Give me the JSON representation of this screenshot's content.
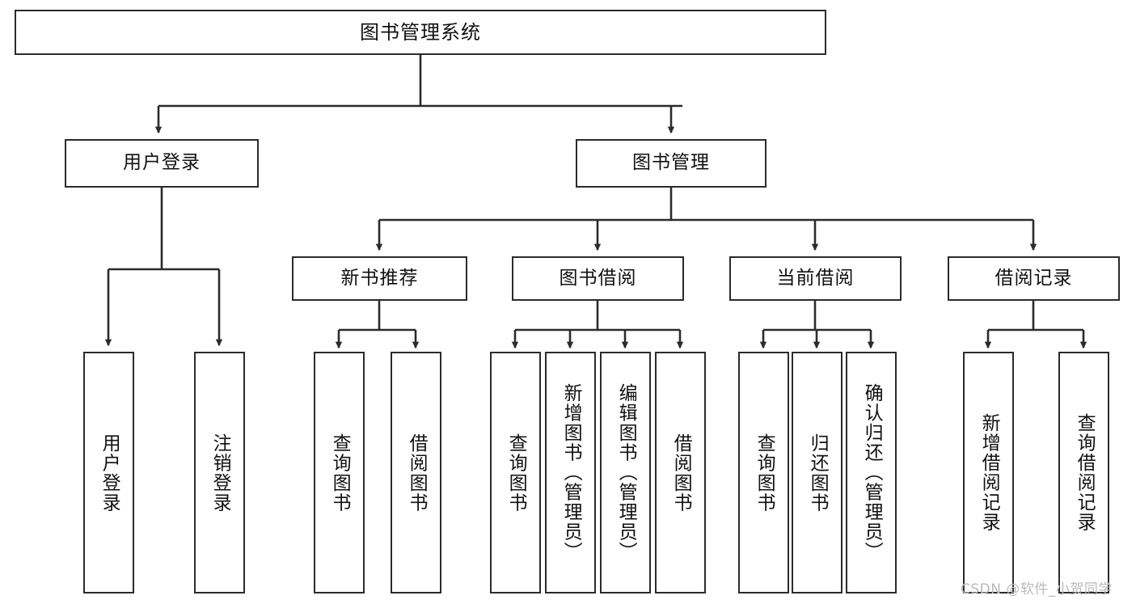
{
  "diagram": {
    "type": "tree-hierarchy",
    "title": "图书管理系统",
    "root": {
      "id": "root",
      "label": "图书管理系统"
    },
    "level1": [
      {
        "id": "user-login",
        "label": "用户登录"
      },
      {
        "id": "book-manage",
        "label": "图书管理"
      }
    ],
    "level2": [
      {
        "id": "new-book-rec",
        "label": "新书推荐",
        "parent": "book-manage"
      },
      {
        "id": "book-borrow",
        "label": "图书借阅",
        "parent": "book-manage"
      },
      {
        "id": "current-borrow",
        "label": "当前借阅",
        "parent": "book-manage"
      },
      {
        "id": "borrow-record",
        "label": "借阅记录",
        "parent": "book-manage"
      }
    ],
    "leaves": [
      {
        "id": "leaf-user-login",
        "label": "用户登录",
        "parent": "user-login"
      },
      {
        "id": "leaf-logout",
        "label": "注销登录",
        "parent": "user-login"
      },
      {
        "id": "leaf-query-book-1",
        "label": "查询图书",
        "parent": "new-book-rec"
      },
      {
        "id": "leaf-borrow-book-1",
        "label": "借阅图书",
        "parent": "new-book-rec"
      },
      {
        "id": "leaf-query-book-2",
        "label": "查询图书",
        "parent": "book-borrow"
      },
      {
        "id": "leaf-add-book",
        "label": "新增图书（管理员）",
        "parent": "book-borrow"
      },
      {
        "id": "leaf-edit-book",
        "label": "编辑图书（管理员）",
        "parent": "book-borrow"
      },
      {
        "id": "leaf-borrow-book-2",
        "label": "借阅图书",
        "parent": "book-borrow"
      },
      {
        "id": "leaf-query-book-3",
        "label": "查询图书",
        "parent": "current-borrow"
      },
      {
        "id": "leaf-return-book",
        "label": "归还图书",
        "parent": "current-borrow"
      },
      {
        "id": "leaf-confirm-return",
        "label": "确认归还（管理员）",
        "parent": "current-borrow"
      },
      {
        "id": "leaf-add-record",
        "label": "新增借阅记录",
        "parent": "borrow-record"
      },
      {
        "id": "leaf-query-record",
        "label": "查询借阅记录",
        "parent": "borrow-record"
      }
    ]
  },
  "watermark": {
    "text": "CSDN @软件_小贺同学"
  },
  "colors": {
    "stroke": "#2b2b2b",
    "background": "#ffffff",
    "text": "#111111",
    "watermark": "#b9b9b9"
  }
}
